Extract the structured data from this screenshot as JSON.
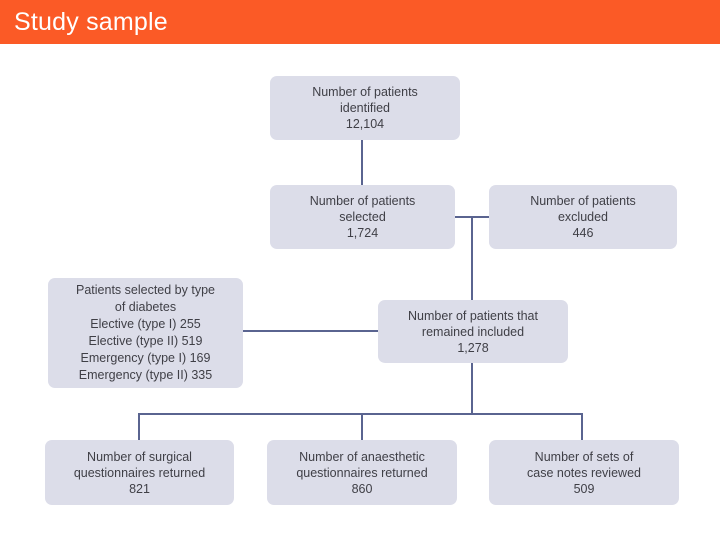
{
  "slide": {
    "title": "Study sample",
    "title_bar_color": "#fb5a26",
    "background_color": "#ffffff"
  },
  "diagram": {
    "type": "flowchart",
    "node_fill_color": "#dcdde9",
    "node_text_color": "#3f3f46",
    "connector_color": "#5a6490",
    "nodes": [
      {
        "id": "identified",
        "lines": [
          "Number of patients",
          "identified",
          "12,104"
        ],
        "value": 12104
      },
      {
        "id": "selected",
        "lines": [
          "Number of patients",
          "selected",
          "1,724"
        ],
        "value": 1724
      },
      {
        "id": "excluded",
        "lines": [
          "Number of patients",
          "excluded",
          "446"
        ],
        "value": 446
      },
      {
        "id": "by_type",
        "lines": [
          "Patients selected by type",
          "of diabetes",
          "Elective (type I) 255",
          "Elective (type II) 519",
          "Emergency (type I) 169",
          "Emergency (type II) 335"
        ],
        "breakdown": [
          {
            "label": "Elective (type I)",
            "value": 255
          },
          {
            "label": "Elective (type II)",
            "value": 519
          },
          {
            "label": "Emergency (type I)",
            "value": 169
          },
          {
            "label": "Emergency (type II)",
            "value": 335
          }
        ]
      },
      {
        "id": "included",
        "lines": [
          "Number of patients that",
          "remained included",
          "1,278"
        ],
        "value": 1278
      },
      {
        "id": "surgical",
        "lines": [
          "Number of surgical",
          "questionnaires returned",
          "821"
        ],
        "value": 821
      },
      {
        "id": "anaesthetic",
        "lines": [
          "Number of anaesthetic",
          "questionnaires returned",
          "860"
        ],
        "value": 860
      },
      {
        "id": "casenotes",
        "lines": [
          "Number of sets of",
          "case notes reviewed",
          "509"
        ],
        "value": 509
      }
    ]
  }
}
